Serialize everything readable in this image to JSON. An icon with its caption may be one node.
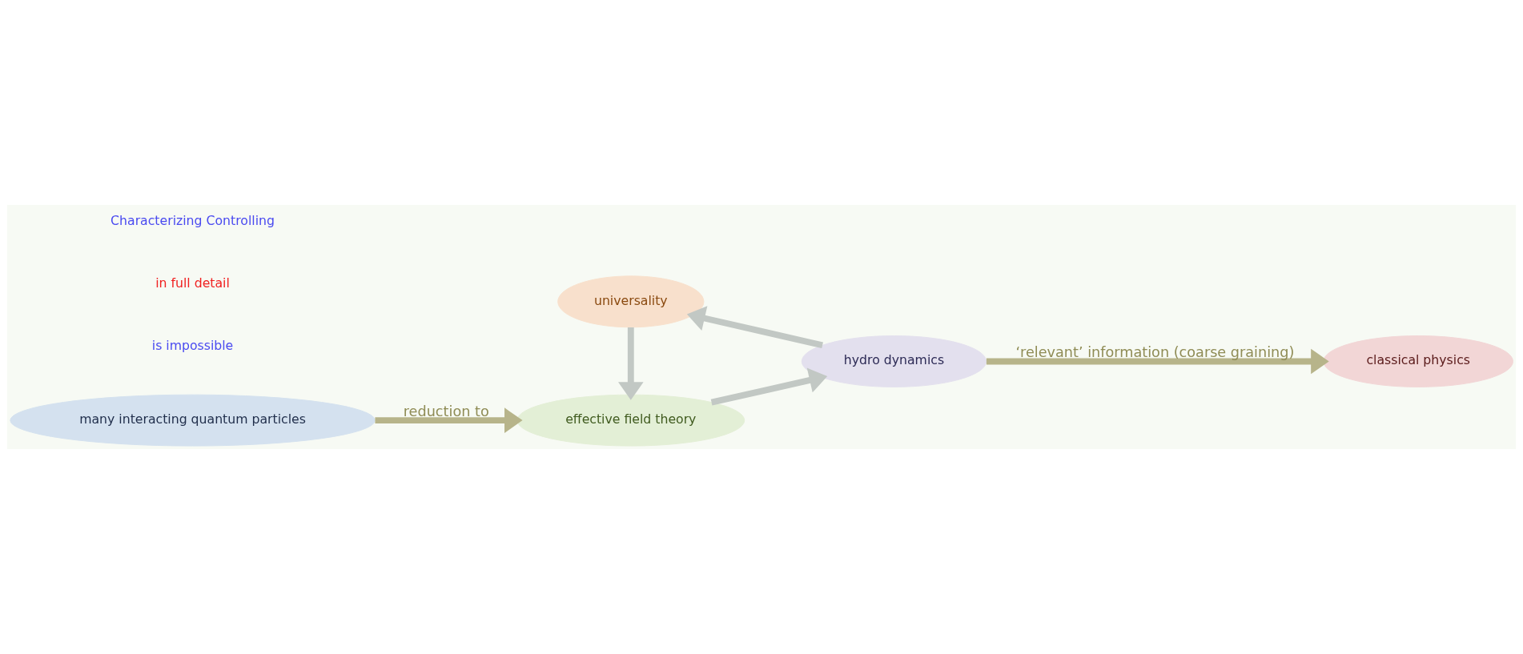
{
  "diagram": {
    "nodes": [
      {
        "text": [
          "many interacting quantum particles"
        ]
      },
      {
        "text": [
          "effective field theory"
        ]
      },
      {
        "text": [
          "hydro dynamics"
        ]
      },
      {
        "text": [
          "universality"
        ]
      },
      {
        "text": [
          "classical physics"
        ]
      }
    ],
    "edges": [
      {
        "from": 0,
        "to": 1,
        "arrow": "to",
        "label": "reduction to",
        "color": "#b7b48a"
      },
      {
        "from": 1,
        "to": 2,
        "arrow": "to"
      },
      {
        "from": 2,
        "to": 3,
        "arrow": "to"
      },
      {
        "from": 3,
        "to": 1,
        "arrow": "to"
      },
      {
        "from": 2,
        "to": 4,
        "arrow": "to",
        "label": "‘relevant’ information (coarse graining)",
        "color": "#b7b48a"
      }
    ],
    "labels": [
      "Characterizing Controlling",
      "in full detail",
      "is impossible"
    ]
  }
}
